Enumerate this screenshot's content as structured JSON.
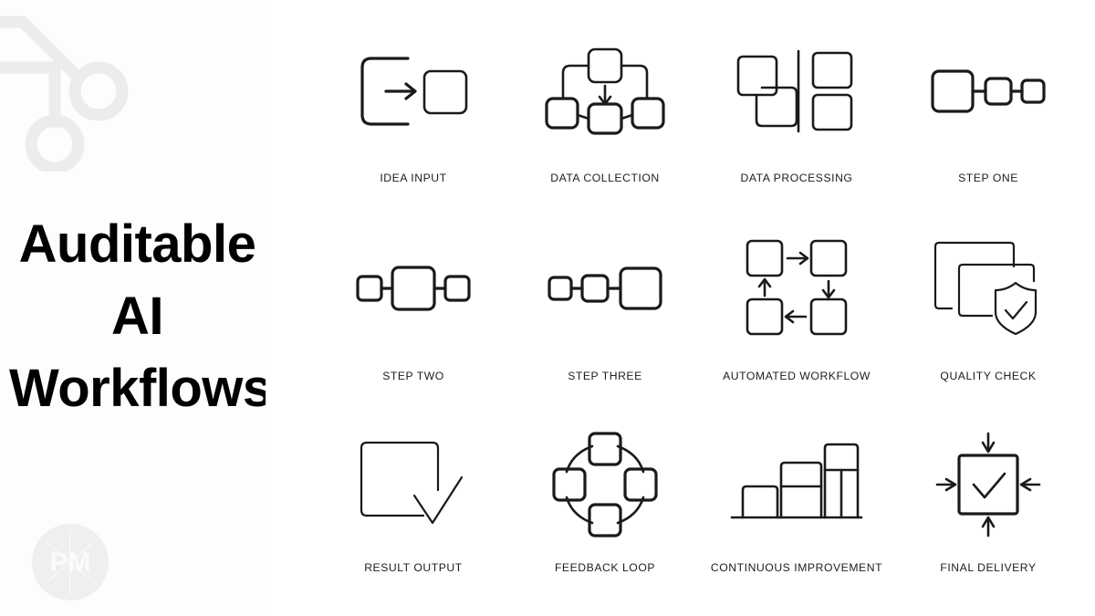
{
  "slide": {
    "background_color": "#ffffff",
    "line_color": "#1a1a1a",
    "deco_color": "#ececec"
  },
  "left_panel": {
    "background_color": "#fdfdfd",
    "title_lines": [
      "Auditable",
      "AI",
      "Workflows"
    ],
    "title_color": "#000000",
    "brand_badge_text": "PM",
    "brand_badge_color": "#efefef",
    "decoration_name": "circuit-node-graphic"
  },
  "icon_grid": {
    "columns": 4,
    "rows": 3,
    "items": [
      {
        "id": "idea-input",
        "label": "IDEA INPUT",
        "row": 1,
        "col": 1
      },
      {
        "id": "data-collection",
        "label": "DATA COLLECTION",
        "row": 1,
        "col": 2
      },
      {
        "id": "data-processing",
        "label": "DATA PROCESSING",
        "row": 1,
        "col": 3
      },
      {
        "id": "step-one",
        "label": "STEP ONE",
        "row": 1,
        "col": 4
      },
      {
        "id": "step-two",
        "label": "STEP TWO",
        "row": 2,
        "col": 1
      },
      {
        "id": "step-three",
        "label": "STEP THREE",
        "row": 2,
        "col": 2
      },
      {
        "id": "automated-workflow",
        "label": "AUTOMATED WORKFLOW",
        "row": 2,
        "col": 3
      },
      {
        "id": "quality-check",
        "label": "QUALITY CHECK",
        "row": 2,
        "col": 4
      },
      {
        "id": "result-output",
        "label": "RESULT OUTPUT",
        "row": 3,
        "col": 1
      },
      {
        "id": "feedback-loop",
        "label": "FEEDBACK LOOP",
        "row": 3,
        "col": 2
      },
      {
        "id": "continuous-improvement",
        "label": "CONTINUOUS IMPROVEMENT",
        "row": 3,
        "col": 3
      },
      {
        "id": "final-delivery",
        "label": "FINAL DELIVERY",
        "row": 3,
        "col": 4
      }
    ]
  }
}
